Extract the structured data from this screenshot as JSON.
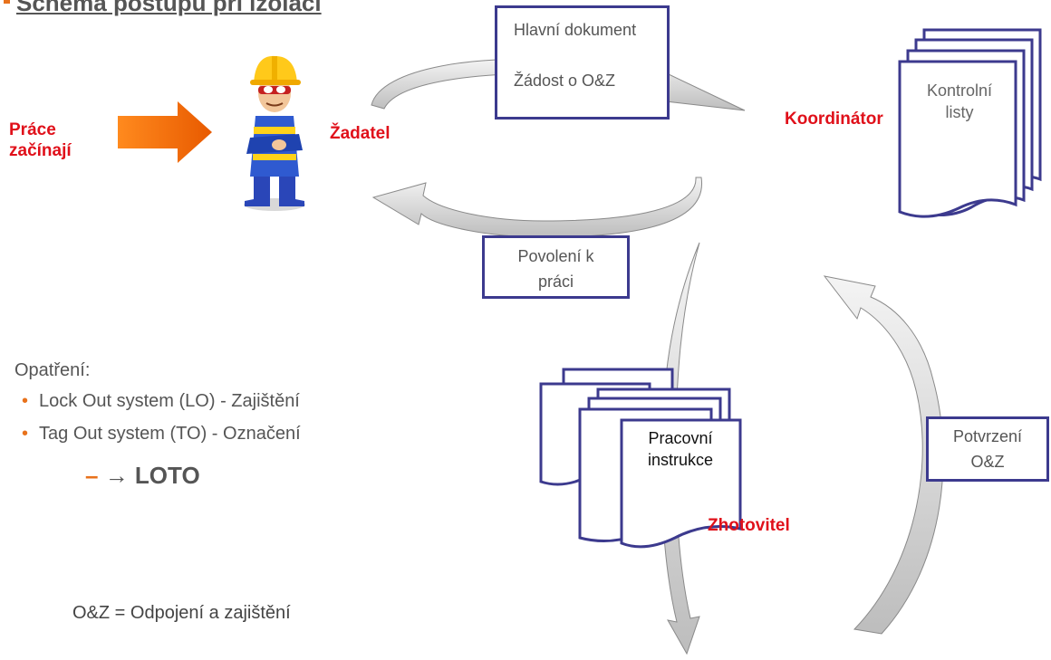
{
  "title": "Schéma postupu při izolaci",
  "start_label": "Práce začínají",
  "roles": {
    "requester": "Žadatel",
    "coordinator": "Koordinátor",
    "contractor": "Zhotovitel"
  },
  "main_doc_box": {
    "line1": "Hlavní dokument",
    "line2": "Žádost o O&Z"
  },
  "control_sheets": "Kontrolní listy",
  "work_permit": "Povolení k práci",
  "work_instructions": "Pracovní instrukce",
  "confirmation": "Potvrzení O&Z",
  "measures": {
    "heading": "Opatření:",
    "items": [
      "Lock Out system (LO) - Zajištění",
      "Tag Out system (TO) - Označení"
    ],
    "loto_dash": "–",
    "loto_text": "→ LOTO"
  },
  "footnote": "O&Z = Odpojení a zajištění",
  "colors": {
    "accent_red": "#e0101a",
    "box_border": "#3c3a8e",
    "orange": "#e8721c",
    "text_gray": "#555555"
  }
}
